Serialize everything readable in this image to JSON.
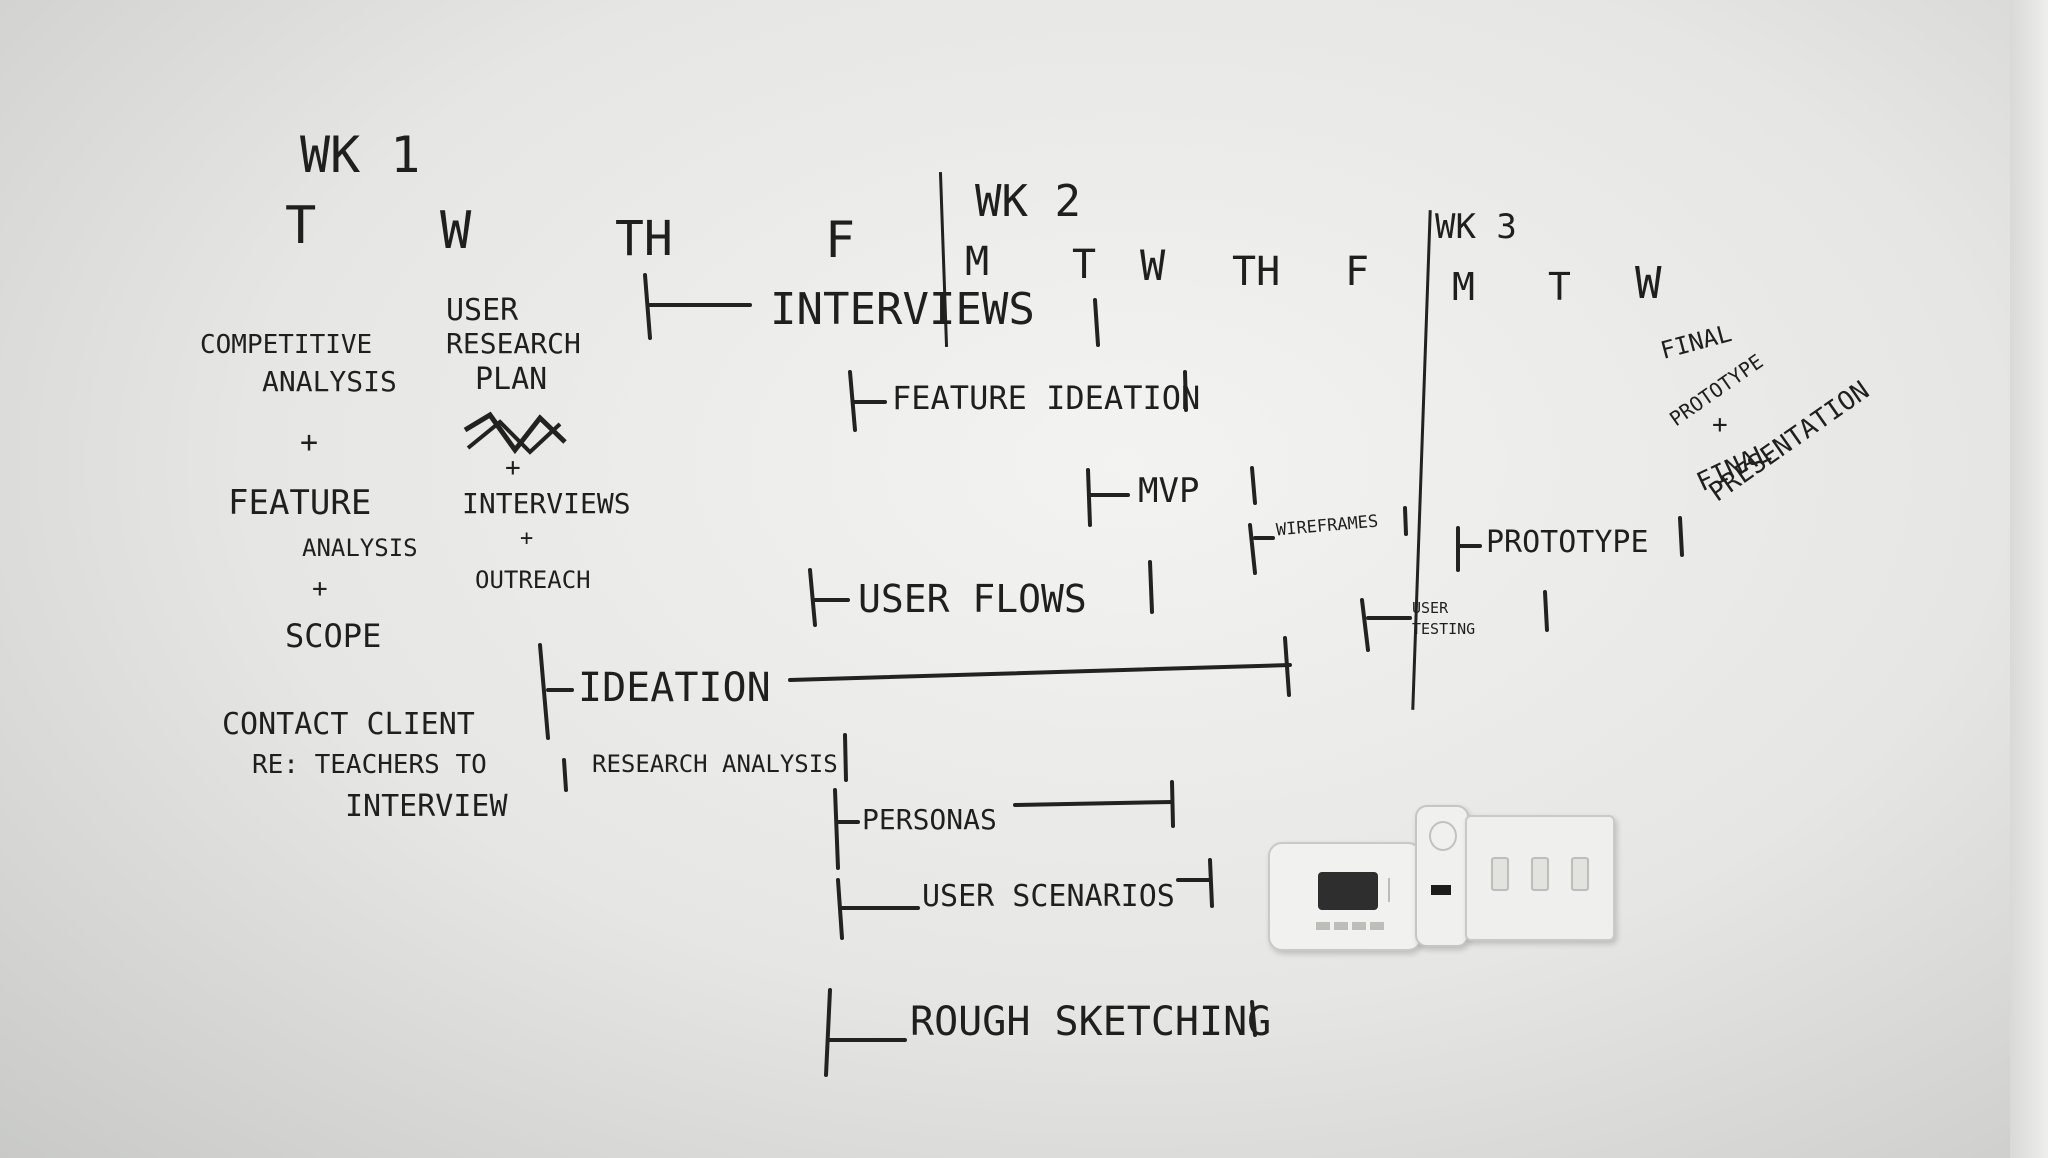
{
  "whiteboard": {
    "week1": {
      "header": "WK 1",
      "days": [
        "T",
        "W",
        "TH",
        "F"
      ]
    },
    "week2": {
      "header": "WK 2",
      "days": [
        "M",
        "T",
        "W",
        "TH",
        "F"
      ]
    },
    "week3": {
      "header": "WK 3",
      "days": [
        "M",
        "T",
        "W"
      ]
    },
    "left_notes": {
      "col1": [
        "COMPETITIVE",
        "ANALYSIS",
        "+",
        "FEATURE",
        "ANALYSIS",
        "+",
        "SCOPE"
      ],
      "col2": [
        "USER",
        "RESEARCH",
        "PLAN",
        "+",
        "INTERVIEWS",
        "+",
        "OUTREACH"
      ],
      "contact": [
        "CONTACT CLIENT",
        "RE: TEACHERS TO",
        "INTERVIEW"
      ]
    },
    "timeline_bars": {
      "interviews": "INTERVIEWS",
      "feature_ideation": "FEATURE IDEATION",
      "mvp": "MVP",
      "wireframes": "WIREFRAMES",
      "user_flows": "USER FLOWS",
      "ideation": "IDEATION",
      "research_analysis": "RESEARCH ANALYSIS",
      "personas": "PERSONAS",
      "user_scenarios": "USER SCENARIOS",
      "rough_sketching": "ROUGH SKETCHING",
      "prototype": "PROTOTYPE",
      "user_testing": "USER TESTING"
    },
    "final_notes": [
      "FINAL",
      "PROTOTYPE",
      "+",
      "FINAL",
      "PRESENTATION"
    ]
  },
  "colors": {
    "ink": "#1f1f1f",
    "wall": "#ecebe9"
  }
}
